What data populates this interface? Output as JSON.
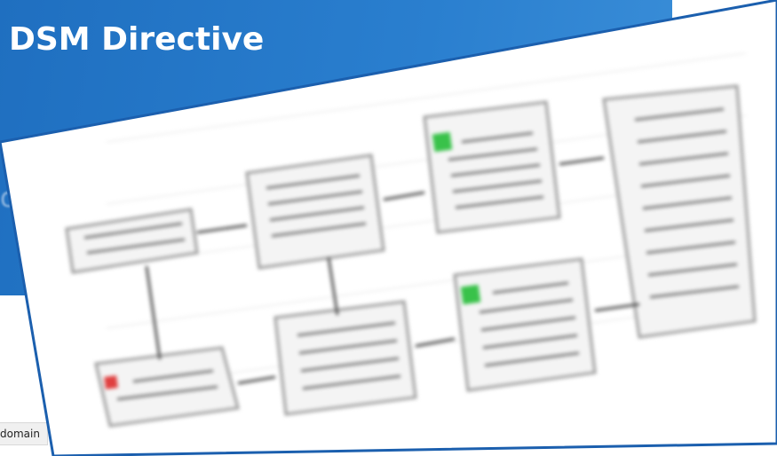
{
  "hero": {
    "title": "DSM Directive",
    "subtitle_fragment": "or"
  },
  "footer": {
    "domain_chip": "domain"
  },
  "diagram": {
    "boxes": [
      {
        "id": "box-left-top",
        "label": ""
      },
      {
        "id": "box-mid-top",
        "label": ""
      },
      {
        "id": "box-right-top",
        "label": ""
      },
      {
        "id": "box-far-right",
        "label": ""
      },
      {
        "id": "box-left-bottom",
        "label": ""
      },
      {
        "id": "box-mid-bottom",
        "label": ""
      },
      {
        "id": "box-right-bottom",
        "label": ""
      }
    ],
    "colors": {
      "card_border": "#1b5fae",
      "box_border": "#9a9a9a",
      "green": "#39c24a",
      "red": "#e04040"
    }
  }
}
